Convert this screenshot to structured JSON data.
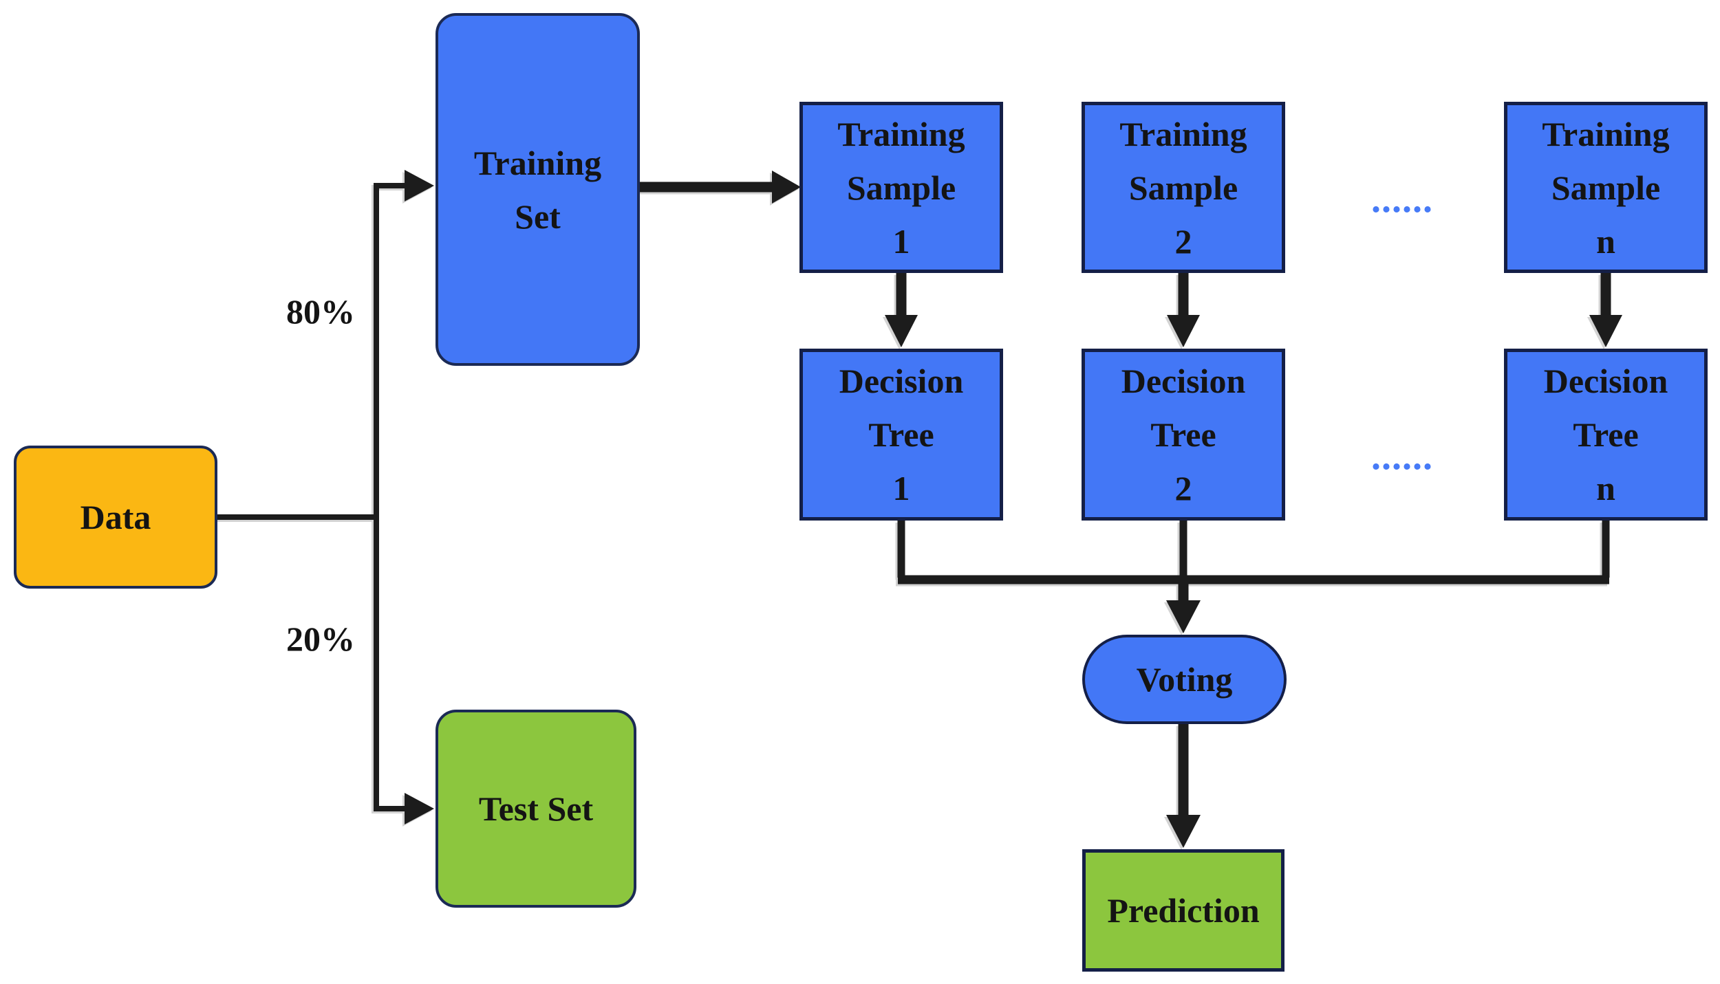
{
  "diagram_colors": {
    "node_blue": "#4377f6",
    "node_green": "#8cc63e",
    "node_orange": "#fbb713",
    "node_border_navy": "#1b2a55",
    "connector_black": "#1c1c1c",
    "dots_blue": "#477bf7"
  },
  "nodes": {
    "data": {
      "lines": [
        "Data"
      ]
    },
    "training_set": {
      "lines": [
        "Training",
        "Set"
      ]
    },
    "test_set": {
      "lines": [
        "Test Set"
      ]
    },
    "training_sample_1": {
      "lines": [
        "Training",
        "Sample",
        "1"
      ]
    },
    "training_sample_2": {
      "lines": [
        "Training",
        "Sample",
        "2"
      ]
    },
    "training_sample_n": {
      "lines": [
        "Training",
        "Sample",
        "n"
      ]
    },
    "decision_tree_1": {
      "lines": [
        "Decision",
        "Tree",
        "1"
      ]
    },
    "decision_tree_2": {
      "lines": [
        "Decision",
        "Tree",
        "2"
      ]
    },
    "decision_tree_n": {
      "lines": [
        "Decision",
        "Tree",
        "n"
      ]
    },
    "voting": {
      "lines": [
        "Voting"
      ]
    },
    "prediction": {
      "lines": [
        "Prediction"
      ]
    }
  },
  "edge_labels": {
    "train_split": "80%",
    "test_split": "20%"
  },
  "ellipsis": {
    "samples_row": "......",
    "trees_row": "......"
  }
}
